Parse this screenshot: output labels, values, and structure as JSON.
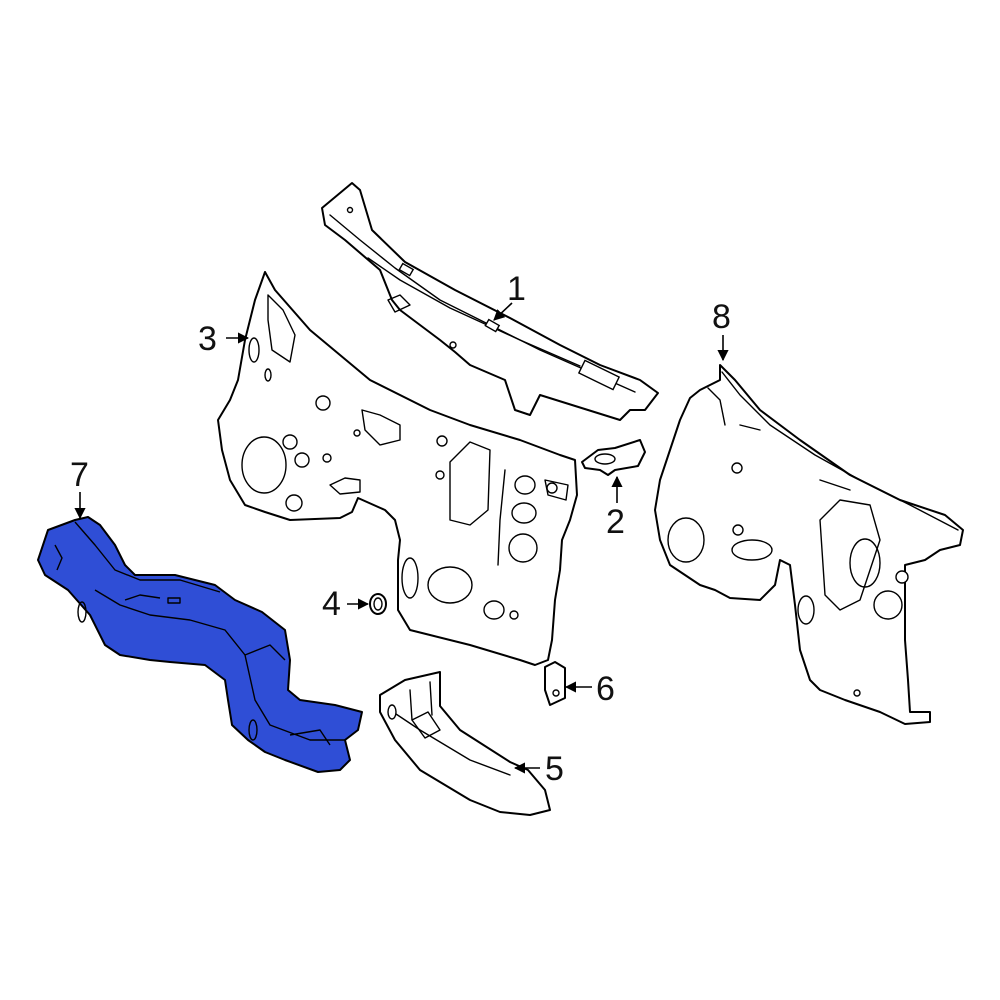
{
  "diagram": {
    "highlight_color": "#2f4ed6",
    "callouts": [
      {
        "id": "1",
        "label": "1",
        "part": "cowl-upper-panel"
      },
      {
        "id": "2",
        "label": "2",
        "part": "bracket"
      },
      {
        "id": "3",
        "label": "3",
        "part": "dash-panel"
      },
      {
        "id": "4",
        "label": "4",
        "part": "grommet-ring"
      },
      {
        "id": "5",
        "label": "5",
        "part": "lower-cover"
      },
      {
        "id": "6",
        "label": "6",
        "part": "small-bracket"
      },
      {
        "id": "7",
        "label": "7",
        "part": "insulator-highlighted"
      },
      {
        "id": "8",
        "label": "8",
        "part": "dash-panel-assembly"
      }
    ]
  }
}
